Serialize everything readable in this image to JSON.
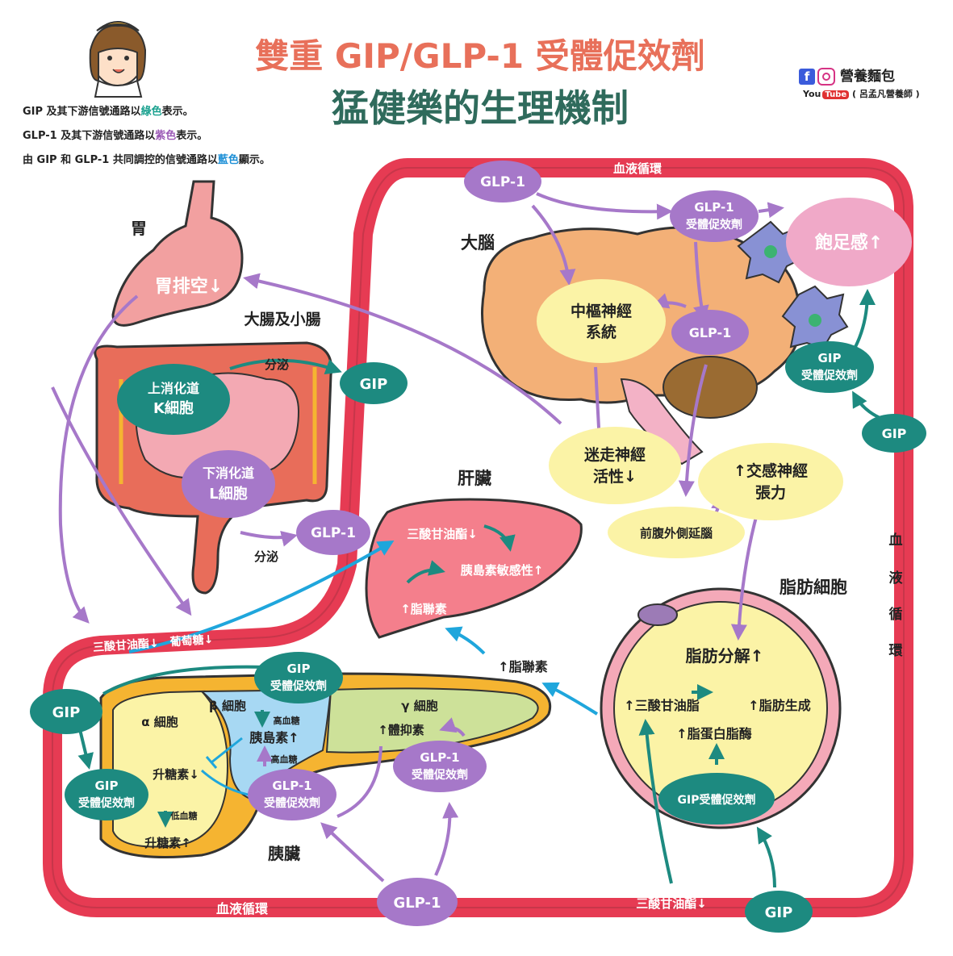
{
  "title": {
    "line1": "雙重 GIP/GLP-1 受體促效劑",
    "line2": "猛健樂的生理機制"
  },
  "legend": {
    "line1_pre": "GIP 及其下游信號通路以",
    "line1_color": "綠色",
    "line1_post": "表示。",
    "line2_pre": "GLP-1 及其下游信號通路以",
    "line2_color": "紫色",
    "line2_post": "表示。",
    "line3_pre": "由 GIP 和 GLP-1 共同調控的信號通路以",
    "line3_color": "藍色",
    "line3_post": "顯示。"
  },
  "brand": {
    "name": "營養麵包",
    "you": "You",
    "tube": "Tube",
    "author": "( 呂孟凡營養師 )"
  },
  "colors": {
    "gip": "#1d8a80",
    "glp1": "#a678c9",
    "shared": "#1fa6dc",
    "blood": "#e63b53",
    "yellow_node": "#fbf3a6",
    "pink_node": "#f0a9c8",
    "title_red": "#e8705a",
    "title_green": "#2f6b5c"
  },
  "blood": {
    "top": "血液循環",
    "right_chars": [
      "血",
      "液",
      "循",
      "環"
    ],
    "bottom": "血液循環",
    "left_bottom": "三酸甘油酯↓　葡萄糖↓",
    "bottom_right": "三酸甘油酯↓"
  },
  "stomach": {
    "label": "胃",
    "emptying": "胃排空↓"
  },
  "intestine": {
    "label": "大腸及小腸",
    "k_cell_1": "上消化道",
    "k_cell_2": "K細胞",
    "l_cell_1": "下消化道",
    "l_cell_2": "L細胞",
    "secrete_1": "分泌",
    "secrete_2": "分泌"
  },
  "brain": {
    "label": "大腦",
    "cns_1": "中樞神經",
    "cns_2": "系統",
    "glp1_receptor_1": "GLP-1",
    "glp1_receptor_2": "受體促效劑",
    "glp1": "GLP-1",
    "satiety": "飽足感↑",
    "gip_receptor_1": "GIP",
    "gip_receptor_2": "受體促效劑",
    "vagus_1": "迷走神經",
    "vagus_2": "活性↓",
    "sympathetic_1": "↑交感神經",
    "sympathetic_2": "張力",
    "medulla": "前腹外側延腦"
  },
  "liver": {
    "label": "肝臟",
    "tg": "三酸甘油酯↓",
    "insulin_sens": "胰島素敏感性↑",
    "adiponectin": "↑脂聯素",
    "adiponectin_out": "↑脂聯素"
  },
  "fat": {
    "label": "脂肪細胞",
    "lipolysis": "脂肪分解↑",
    "lipogenesis_a": "↑三酸甘油脂",
    "lipogenesis_b": "↑脂肪生成",
    "lpl": "↑脂蛋白脂酶",
    "gip_receptor": "GIP受體促效劑"
  },
  "pancreas": {
    "label": "胰臟",
    "alpha": "α 細胞",
    "beta": "β 細胞",
    "gamma": "γ 細胞",
    "glucagon_down": "升糖素↓",
    "glucagon_up": "升糖素↑",
    "low_glucose": "低血糖",
    "high_glucose_1": "高血糖",
    "high_glucose_2": "高血糖",
    "insulin": "胰島素↑",
    "somatostatin": "↑體抑素",
    "gip_r_1": "GIP",
    "gip_r_2": "受體促效劑",
    "gip_r_left_1": "GIP",
    "gip_r_left_2": "受體促效劑",
    "glp1_r_1": "GLP-1",
    "glp1_r_2": "受體促效劑",
    "glp1_r_right_1": "GLP-1",
    "glp1_r_right_2": "受體促效劑"
  },
  "hormones": {
    "gip_top": "GIP",
    "glp1_mid": "GLP-1",
    "glp1_top": "GLP-1",
    "gip_right": "GIP",
    "gip_left": "GIP",
    "glp1_bottom": "GLP-1",
    "gip_bottom": "GIP"
  }
}
